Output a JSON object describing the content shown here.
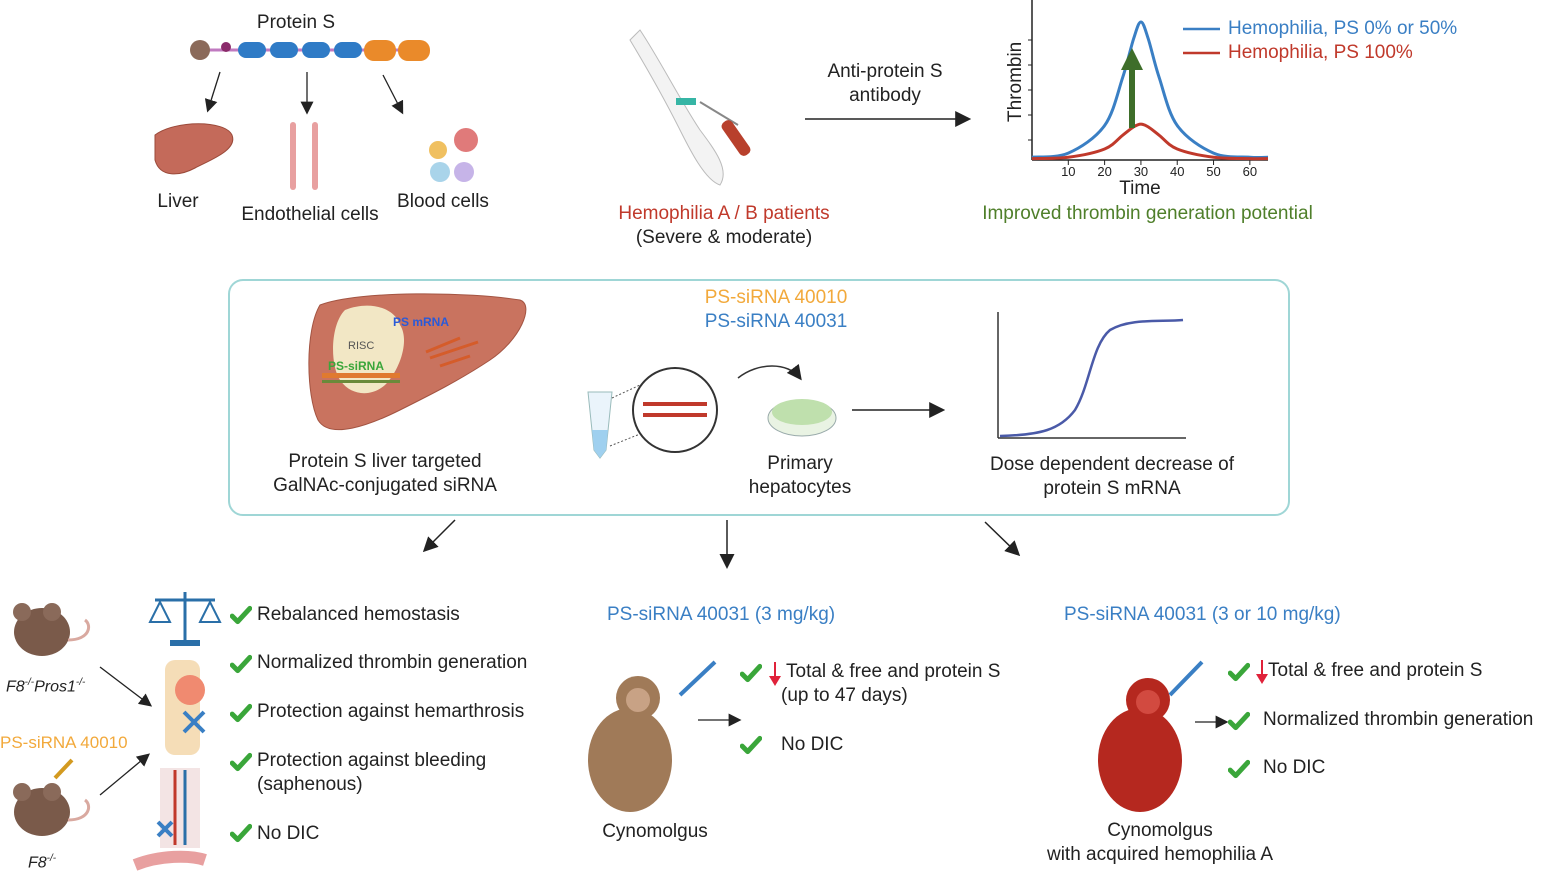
{
  "protein_s": {
    "title": "Protein S",
    "targets": [
      "Liver",
      "Endothelial cells",
      "Blood cells"
    ]
  },
  "patients": {
    "label": "Hemophilia A / B patients",
    "sublabel": "(Severe & moderate)",
    "arrow_label_1": "Anti-protein S",
    "arrow_label_2": "antibody"
  },
  "thrombin_chart": {
    "ylabel": "Thrombin",
    "xlabel": "Time",
    "caption": "Improved thrombin generation potential"
  },
  "chart_data": {
    "type": "line",
    "xlabel": "Time",
    "ylabel": "Thrombin",
    "x_ticks": [
      10,
      20,
      30,
      40,
      50,
      60
    ],
    "xlim": [
      0,
      65
    ],
    "series": [
      {
        "name": "Hemophilia, PS 0% or 50%",
        "color": "#3a7fc4",
        "x": [
          0,
          10,
          20,
          25,
          28,
          30,
          32,
          35,
          40,
          50,
          60,
          65
        ],
        "y": [
          0.02,
          0.05,
          0.25,
          0.6,
          0.88,
          1.0,
          0.88,
          0.6,
          0.25,
          0.05,
          0.02,
          0.02
        ]
      },
      {
        "name": "Hemophilia, PS 100%",
        "color": "#c0392b",
        "x": [
          0,
          10,
          20,
          25,
          28,
          30,
          32,
          35,
          40,
          50,
          60,
          65
        ],
        "y": [
          0.01,
          0.02,
          0.08,
          0.18,
          0.24,
          0.26,
          0.24,
          0.18,
          0.08,
          0.02,
          0.01,
          0.01
        ]
      }
    ]
  },
  "sirna_box": {
    "siRNA_a": "PS-siRNA 40010",
    "siRNA_b": "PS-siRNA 40031",
    "liver_labels": {
      "ps_mrna": "PS mRNA",
      "risc": "RISC",
      "ps_sirna": "PS-siRNA"
    },
    "liver_caption_1": "Protein S liver targeted",
    "liver_caption_2": "GalNAc-conjugated  siRNA",
    "hepatocytes_1": "Primary",
    "hepatocytes_2": "hepatocytes",
    "dose_1": "Dose dependent decrease of",
    "dose_2": "protein S mRNA"
  },
  "mouse": {
    "genotype_a": "F8",
    "genotype_a_sup": "-/-",
    "genotype_a2": "Pros1",
    "genotype_a2_sup": "-/-",
    "sirna": "PS-siRNA 40010",
    "genotype_b": "F8",
    "genotype_b_sup": "-/-",
    "results": [
      "Rebalanced hemostasis",
      "Normalized thrombin generation",
      "Protection against hemarthrosis",
      "Protection against bleeding",
      "(saphenous)",
      "No DIC"
    ]
  },
  "cyno1": {
    "title": "PS-siRNA 40031 (3 mg/kg)",
    "result_1": "Total & free and  protein S",
    "result_1b": "(up to 47 days)",
    "result_2": "No DIC",
    "label": "Cynomolgus"
  },
  "cyno2": {
    "title": "PS-siRNA 40031 (3 or 10 mg/kg)",
    "result_1": "Total & free and  protein S",
    "result_2": "Normalized thrombin generation",
    "result_3": "No DIC",
    "label_1": "Cynomolgus",
    "label_2": "with acquired hemophilia A"
  },
  "colors": {
    "blue": "#3a7fc4",
    "red": "#c0392b",
    "green": "#4f7f2a",
    "orange": "#f2a93b",
    "check": "#3aa63a",
    "box_border": "#9fd6d6"
  }
}
